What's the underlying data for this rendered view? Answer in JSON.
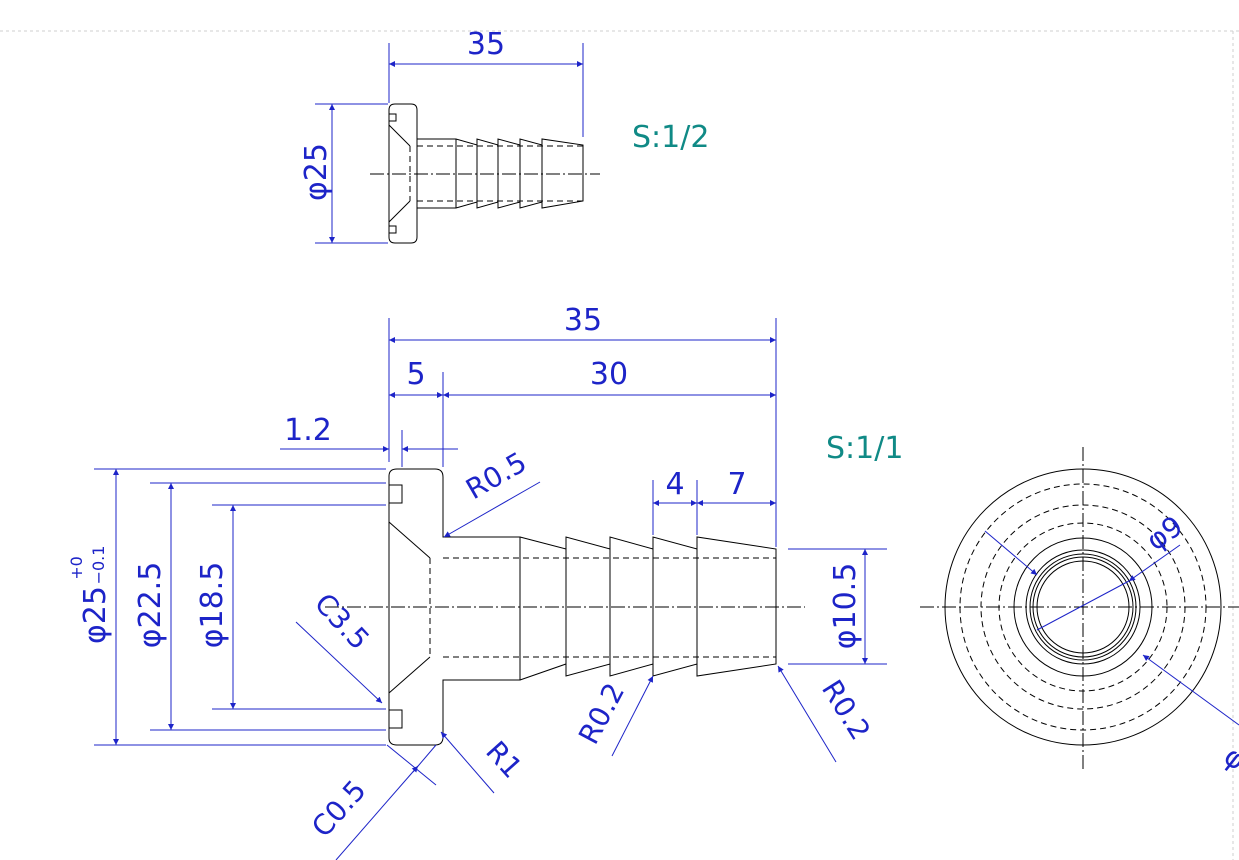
{
  "views": {
    "small": {
      "scale": "S:1/2",
      "length": "35",
      "diameter": "φ25"
    },
    "front": {
      "scale": "S:1/1",
      "overall_length": "35",
      "flange_width": "5",
      "barb_length": "30",
      "groove_depth": "1.2",
      "barb_pitch": "4",
      "barb_end": "7",
      "flange_dia": "φ25",
      "flange_tol_upper": "+0",
      "flange_tol_lower": "−0.1",
      "groove_dia": "φ22.5",
      "bore_dia": "φ18.5",
      "tip_dia": "φ10.5",
      "fillet_flange": "R0.5",
      "chamfer_bore": "C3.5",
      "fillet_barb": "R0.2",
      "fillet_tip": "R0.2",
      "fillet_corner": "R1",
      "chamfer_edge": "C0.5"
    },
    "end": {
      "inner_dia": "φ9",
      "outer_dia_partial": "φ"
    }
  }
}
